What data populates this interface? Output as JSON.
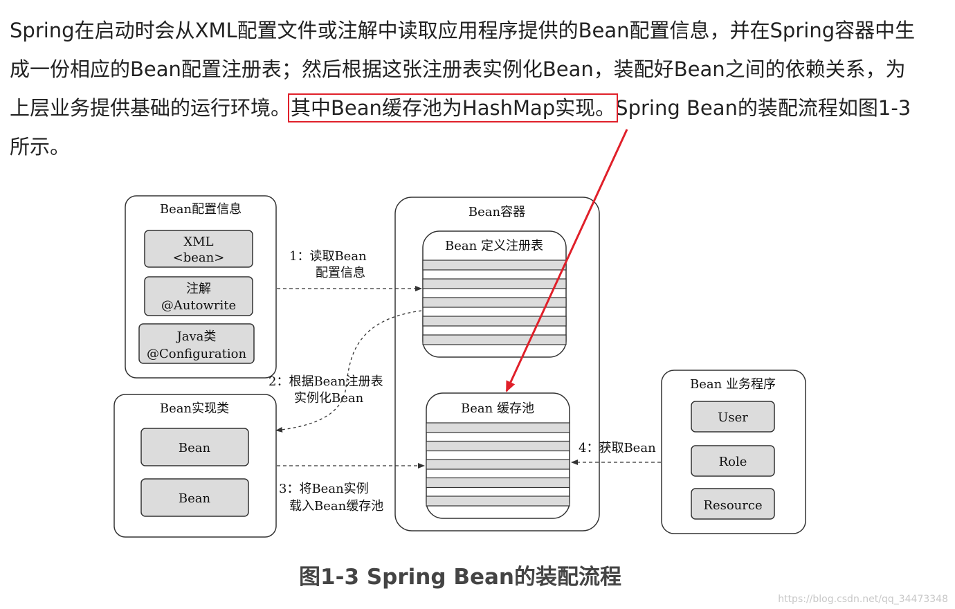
{
  "intro": {
    "part1": "Spring在启动时会从XML配置文件或注解中读取应用程序提供的Bean配置信息，并在Spring容器中生成一份相应的Bean配置注册表；然后根据这张注册表实例化Bean，装配好Bean之间的依赖关系，为上层业务提供基础的运行环境。",
    "highlight": "其中Bean缓存池为HashMap实现。",
    "part2": "Spring Bean的装配流程如图1-3所示。"
  },
  "diagram": {
    "config_box": {
      "title": "Bean配置信息",
      "items": [
        {
          "line1": "XML",
          "line2": "<bean>"
        },
        {
          "line1": "注解",
          "line2": "@Autowrite"
        },
        {
          "line1": "Java类",
          "line2": "@Configuration"
        }
      ]
    },
    "container": {
      "title": "Bean容器",
      "registry_title": "Bean 定义注册表",
      "pool_title": "Bean 缓存池"
    },
    "impl_box": {
      "title": "Bean实现类",
      "items": [
        "Bean",
        "Bean"
      ]
    },
    "business_box": {
      "title": "Bean 业务程序",
      "items": [
        "User",
        "Role",
        "Resource"
      ]
    },
    "steps": {
      "step1_line1": "1：读取Bean",
      "step1_line2": "配置信息",
      "step2_line1": "2：根据Bean注册表",
      "step2_line2": "实例化Bean",
      "step3_line1": "3：将Bean实例",
      "step3_line2": "载入Bean缓存池",
      "step4": "4：获取Bean"
    }
  },
  "caption": "图1-3 Spring Bean的装配流程",
  "watermark": "https://blog.csdn.net/qq_34473348",
  "colors": {
    "highlight": "#e0202a",
    "box_fill": "#dcdcdc",
    "stroke": "#333333"
  }
}
